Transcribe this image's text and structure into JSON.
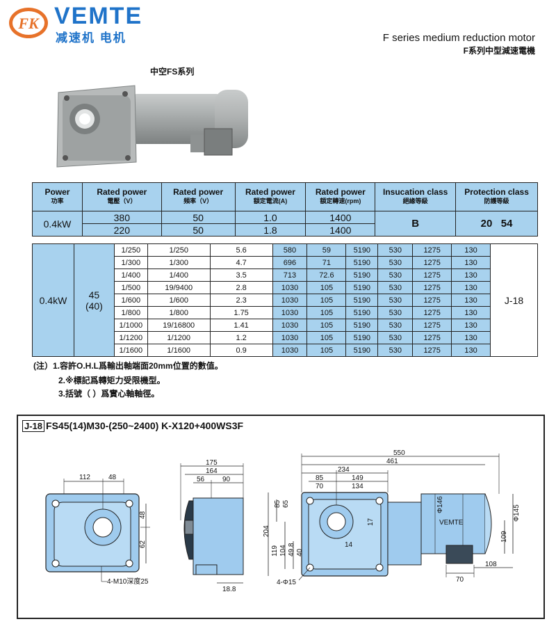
{
  "header": {
    "logo_text": "FK",
    "brand_name": "VEMTE",
    "brand_sub": "减速机 电机",
    "series_en": "F series medium reduction motor",
    "series_cn": "F系列中型減速電機"
  },
  "photo": {
    "caption": "中空FS系列"
  },
  "colors": {
    "brand_blue": "#1f73c9",
    "table_blue": "#a8d2ee",
    "logo_orange": "#e7722a",
    "drawing_blue": "#9fcbee"
  },
  "spec_table": {
    "headers": [
      {
        "en": "Power",
        "cn": "功率"
      },
      {
        "en": "Rated power",
        "cn": "電壓（V）"
      },
      {
        "en": "Rated power",
        "cn": "頻率（V）"
      },
      {
        "en": "Rated power",
        "cn": "額定電流(A)"
      },
      {
        "en": "Rated power",
        "cn": "額定轉速(rpm)"
      },
      {
        "en": "Insucation class",
        "cn": "絕緣等級"
      },
      {
        "en": "Protection class",
        "cn": "防護等級"
      }
    ],
    "power": "0.4kW",
    "rows": [
      {
        "voltage": "380",
        "frequency": "50",
        "current": "1.0",
        "speed": "1400"
      },
      {
        "voltage": "220",
        "frequency": "50",
        "current": "1.8",
        "speed": "1400"
      }
    ],
    "insulation": "B",
    "protection": "20   54"
  },
  "ratio_table": {
    "power": "0.4kW",
    "shaft": "45",
    "shaft_hollow": "(40)",
    "drawing_ref": "J-18",
    "rows": [
      [
        "1/250",
        "1/250",
        "5.6",
        "580",
        "59",
        "5190",
        "530",
        "1275",
        "130"
      ],
      [
        "1/300",
        "1/300",
        "4.7",
        "696",
        "71",
        "5190",
        "530",
        "1275",
        "130"
      ],
      [
        "1/400",
        "1/400",
        "3.5",
        "713",
        "72.6",
        "5190",
        "530",
        "1275",
        "130"
      ],
      [
        "1/500",
        "19/9400",
        "2.8",
        "1030",
        "105",
        "5190",
        "530",
        "1275",
        "130"
      ],
      [
        "1/600",
        "1/600",
        "2.3",
        "1030",
        "105",
        "5190",
        "530",
        "1275",
        "130"
      ],
      [
        "1/800",
        "1/800",
        "1.75",
        "1030",
        "105",
        "5190",
        "530",
        "1275",
        "130"
      ],
      [
        "1/1000",
        "19/16800",
        "1.41",
        "1030",
        "105",
        "5190",
        "530",
        "1275",
        "130"
      ],
      [
        "1/1200",
        "1/1200",
        "1.2",
        "1030",
        "105",
        "5190",
        "530",
        "1275",
        "130"
      ],
      [
        "1/1600",
        "1/1600",
        "0.9",
        "1030",
        "105",
        "5190",
        "530",
        "1275",
        "130"
      ]
    ]
  },
  "notes": [
    "(注）1.容許O.H.L爲輸出軸端面20mm位置的數值。",
    "2.※標記爲轉矩力受限機型。",
    "3.括號（ ）爲實心軸軸徑。"
  ],
  "drawing": {
    "tag": "J-18",
    "model_code": "FS45(14)M30-(250~2400) K-X120+400WS3F",
    "front_view": {
      "dims_top": [
        "112",
        "48"
      ],
      "dims_right": [
        "48",
        "62"
      ],
      "holes": "4-M10深度25"
    },
    "side_view": {
      "dims_top": [
        "175",
        "164",
        "56",
        "90"
      ],
      "dim_bottom": "18.8"
    },
    "full_view": {
      "dims_top": [
        "550",
        "461",
        "234",
        "85",
        "149",
        "70",
        "134"
      ],
      "dims_left": [
        "204",
        "85",
        "65",
        "119",
        "104",
        "49.8",
        "40"
      ],
      "dims_inner": [
        "17",
        "14"
      ],
      "dims_right": [
        "Φ146",
        "Φ145",
        "109"
      ],
      "dims_bottom": [
        "70",
        "108"
      ],
      "holes": "4-Φ15",
      "motor_label": "VEMTE"
    }
  }
}
